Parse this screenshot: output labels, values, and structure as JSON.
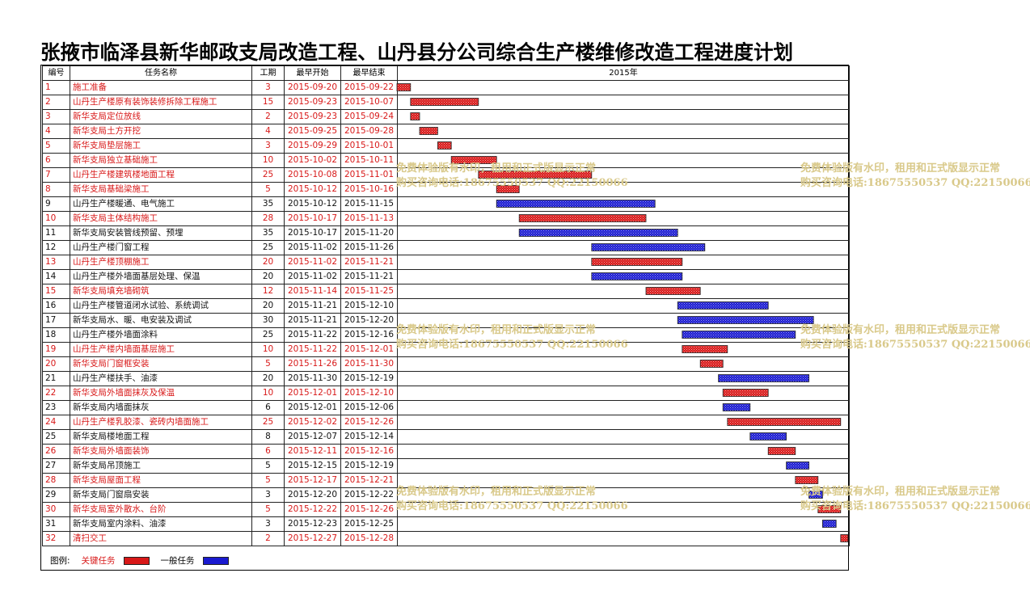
{
  "title": "张掖市临泽县新华邮政支局改造工程、山丹县分公司综合生产楼维修改造工程进度计划",
  "headers": {
    "id": "编号",
    "name": "任务名称",
    "duration": "工期",
    "start": "最早开始",
    "end": "最早结束",
    "year": "2015年"
  },
  "legend": {
    "label": "图例:",
    "critical": "关键任务",
    "normal": "一般任务"
  },
  "colors": {
    "critical": "#d81818",
    "normal": "#1a1ad0",
    "text": "#111111",
    "watermark": "#d9c98a"
  },
  "watermark": {
    "line1": "免费体验版有水印，租用和正式版显示正常",
    "line2": "购买咨询电话:18675550537 QQ:22150066"
  },
  "chart_data": {
    "type": "gantt",
    "date_range": [
      "2015-09-20",
      "2015-12-28"
    ],
    "tasks": [
      {
        "id": "1",
        "name": "施工准备",
        "duration": "3",
        "start": "2015-09-20",
        "end": "2015-09-22",
        "critical": true
      },
      {
        "id": "2",
        "name": "山丹生产楼原有装饰装修拆除工程施工",
        "duration": "15",
        "start": "2015-09-23",
        "end": "2015-10-07",
        "critical": true
      },
      {
        "id": "3",
        "name": "新华支局定位放线",
        "duration": "2",
        "start": "2015-09-23",
        "end": "2015-09-24",
        "critical": true
      },
      {
        "id": "4",
        "name": "新华支局土方开挖",
        "duration": "4",
        "start": "2015-09-25",
        "end": "2015-09-28",
        "critical": true
      },
      {
        "id": "5",
        "name": "新华支局垫层施工",
        "duration": "3",
        "start": "2015-09-29",
        "end": "2015-10-01",
        "critical": true
      },
      {
        "id": "6",
        "name": "新华支局独立基础施工",
        "duration": "10",
        "start": "2015-10-02",
        "end": "2015-10-11",
        "critical": true
      },
      {
        "id": "7",
        "name": "山丹生产楼建筑楼地面工程",
        "duration": "25",
        "start": "2015-10-08",
        "end": "2015-11-01",
        "critical": true
      },
      {
        "id": "8",
        "name": "新华支局基础梁施工",
        "duration": "5",
        "start": "2015-10-12",
        "end": "2015-10-16",
        "critical": true
      },
      {
        "id": "9",
        "name": "山丹生产楼暖通、电气施工",
        "duration": "35",
        "start": "2015-10-12",
        "end": "2015-11-15",
        "critical": false
      },
      {
        "id": "10",
        "name": "新华支局主体结构施工",
        "duration": "28",
        "start": "2015-10-17",
        "end": "2015-11-13",
        "critical": true
      },
      {
        "id": "11",
        "name": "新华支局安装管线预留、预埋",
        "duration": "35",
        "start": "2015-10-17",
        "end": "2015-11-20",
        "critical": false
      },
      {
        "id": "12",
        "name": "山丹生产楼门窗工程",
        "duration": "25",
        "start": "2015-11-02",
        "end": "2015-11-26",
        "critical": false
      },
      {
        "id": "13",
        "name": "山丹生产楼顶棚施工",
        "duration": "20",
        "start": "2015-11-02",
        "end": "2015-11-21",
        "critical": true
      },
      {
        "id": "14",
        "name": "山丹生产楼外墙面基层处理、保温",
        "duration": "20",
        "start": "2015-11-02",
        "end": "2015-11-21",
        "critical": false
      },
      {
        "id": "15",
        "name": "新华支局填充墙砌筑",
        "duration": "12",
        "start": "2015-11-14",
        "end": "2015-11-25",
        "critical": true
      },
      {
        "id": "16",
        "name": "山丹生产楼管道闭水试验、系统调试",
        "duration": "20",
        "start": "2015-11-21",
        "end": "2015-12-10",
        "critical": false
      },
      {
        "id": "17",
        "name": "新华支局水、暖、电安装及调试",
        "duration": "30",
        "start": "2015-11-21",
        "end": "2015-12-20",
        "critical": false
      },
      {
        "id": "18",
        "name": "山丹生产楼外墙面涂料",
        "duration": "25",
        "start": "2015-11-22",
        "end": "2015-12-16",
        "critical": false
      },
      {
        "id": "19",
        "name": "山丹生产楼内墙面基层施工",
        "duration": "10",
        "start": "2015-11-22",
        "end": "2015-12-01",
        "critical": true
      },
      {
        "id": "20",
        "name": "新华支局门窗框安装",
        "duration": "5",
        "start": "2015-11-26",
        "end": "2015-11-30",
        "critical": true
      },
      {
        "id": "21",
        "name": "山丹生产楼扶手、油漆",
        "duration": "20",
        "start": "2015-11-30",
        "end": "2015-12-19",
        "critical": false
      },
      {
        "id": "22",
        "name": "新华支局外墙面抹灰及保温",
        "duration": "10",
        "start": "2015-12-01",
        "end": "2015-12-10",
        "critical": true
      },
      {
        "id": "23",
        "name": "新华支局内墙面抹灰",
        "duration": "6",
        "start": "2015-12-01",
        "end": "2015-12-06",
        "critical": false
      },
      {
        "id": "24",
        "name": "山丹生产楼乳胶漆、瓷砖内墙面施工",
        "duration": "25",
        "start": "2015-12-02",
        "end": "2015-12-26",
        "critical": true
      },
      {
        "id": "25",
        "name": "新华支局楼地面工程",
        "duration": "8",
        "start": "2015-12-07",
        "end": "2015-12-14",
        "critical": false
      },
      {
        "id": "26",
        "name": "新华支局外墙面装饰",
        "duration": "6",
        "start": "2015-12-11",
        "end": "2015-12-16",
        "critical": true
      },
      {
        "id": "27",
        "name": "新华支局吊顶施工",
        "duration": "5",
        "start": "2015-12-15",
        "end": "2015-12-19",
        "critical": false
      },
      {
        "id": "28",
        "name": "新华支局屋面工程",
        "duration": "5",
        "start": "2015-12-17",
        "end": "2015-12-21",
        "critical": true
      },
      {
        "id": "29",
        "name": "新华支局门窗扇安装",
        "duration": "3",
        "start": "2015-12-20",
        "end": "2015-12-22",
        "critical": false
      },
      {
        "id": "30",
        "name": "新华支局室外散水、台阶",
        "duration": "5",
        "start": "2015-12-22",
        "end": "2015-12-26",
        "critical": true
      },
      {
        "id": "31",
        "name": "新华支局室内涂料、油漆",
        "duration": "3",
        "start": "2015-12-23",
        "end": "2015-12-25",
        "critical": false
      },
      {
        "id": "32",
        "name": "清扫交工",
        "duration": "2",
        "start": "2015-12-27",
        "end": "2015-12-28",
        "critical": true
      }
    ]
  }
}
